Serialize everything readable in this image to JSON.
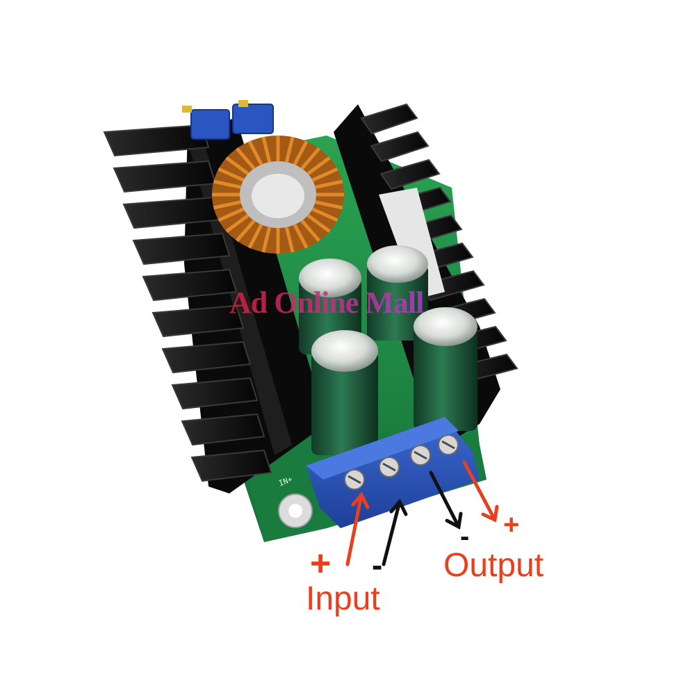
{
  "image": {
    "subject": "dc-dc-converter-module",
    "palette": {
      "background": "#ffffff",
      "heatsink": "#121212",
      "pcb": "#1f8a43",
      "terminal": "#2a55b8",
      "copper": "#c8781e",
      "capacitor": "#1f5e3f",
      "label_red": "#e8401e",
      "label_black": "#111111",
      "watermark_red": "#d8203a",
      "watermark_violet": "#b03cc8"
    }
  },
  "annotations": {
    "input_plus": "+",
    "input_minus": "-",
    "input_label": "Input",
    "output_minus": "-",
    "output_plus": "+",
    "output_label": "Output"
  },
  "watermark": {
    "text": "Ad Online Mall"
  },
  "silkscreen": {
    "in_plus": "IN+"
  }
}
